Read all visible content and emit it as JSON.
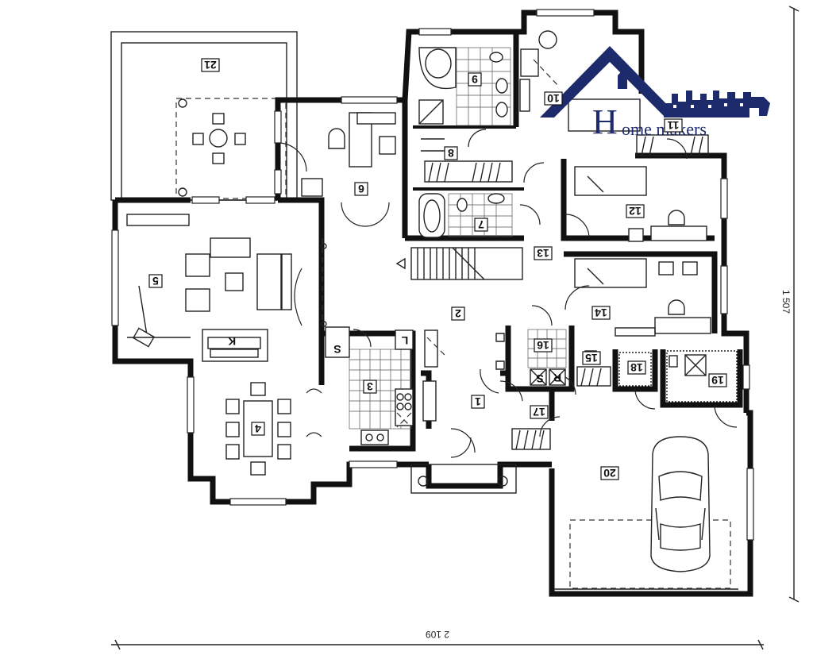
{
  "rooms": [
    {
      "id": "1",
      "label": "1"
    },
    {
      "id": "2",
      "label": "2"
    },
    {
      "id": "3",
      "label": "3"
    },
    {
      "id": "4",
      "label": "4"
    },
    {
      "id": "5",
      "label": "5"
    },
    {
      "id": "6",
      "label": "6"
    },
    {
      "id": "7",
      "label": "7"
    },
    {
      "id": "8",
      "label": "8"
    },
    {
      "id": "9",
      "label": "9"
    },
    {
      "id": "10",
      "label": "10"
    },
    {
      "id": "11",
      "label": "11"
    },
    {
      "id": "12",
      "label": "12"
    },
    {
      "id": "13",
      "label": "13"
    },
    {
      "id": "14",
      "label": "14"
    },
    {
      "id": "15",
      "label": "15"
    },
    {
      "id": "16",
      "label": "16"
    },
    {
      "id": "17",
      "label": "17"
    },
    {
      "id": "18",
      "label": "18"
    },
    {
      "id": "19",
      "label": "19"
    },
    {
      "id": "20",
      "label": "20"
    },
    {
      "id": "21",
      "label": "21"
    }
  ],
  "symbols": {
    "kitchen_k": "K",
    "storage_s": "S",
    "laundry_r": "R",
    "laundry_s": "S",
    "kitchen_l": "L"
  },
  "dimensions": {
    "width": "2 109",
    "height": "1 507"
  },
  "logo": {
    "text_h": "H",
    "text_rest": "ome makers",
    "color": "#1d2a6b"
  }
}
